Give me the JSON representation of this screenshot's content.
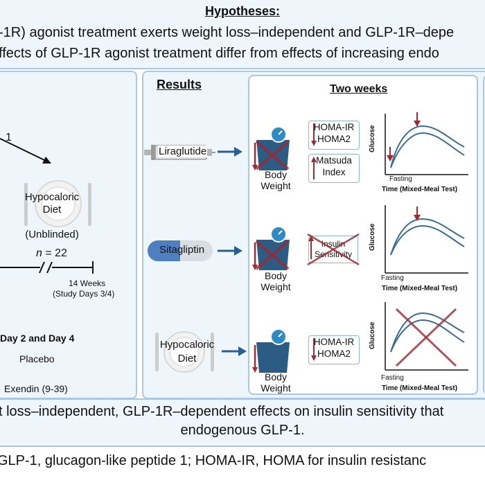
{
  "header": {
    "title": "Hypotheses:",
    "line1": "-1R) agonist treatment exerts weight loss–independent and GLP-1R–depe",
    "line2": "ffects of GLP-1R agonist treatment differ from effects of increasing endo"
  },
  "left_panel": {
    "arm_number": "1",
    "diet_label": "Hypocaloric\nDiet",
    "blinding": "(Unblinded)",
    "n_label": "n",
    "n_value": "= 22",
    "weeks": "14 Weeks",
    "study_days": "(Study Days 3/4)",
    "days_heading": "Day 2 and Day 4",
    "placebo": "Placebo",
    "exendin": "Exendin (9-39)"
  },
  "results": {
    "title": "Results",
    "subtitle": "Two weeks",
    "rows": [
      {
        "treatment": "Liraglutide",
        "weight_label": "Body\nWeight",
        "boxes": [
          "HOMA-IR\nHOMA2",
          "Matsuda\nIndex"
        ],
        "x_label": "Time (Mixed-Meal Test)",
        "y_label": "Glucose",
        "fasting": "Fasting"
      },
      {
        "treatment": "Sitagliptin",
        "weight_label": "Body\nWeight",
        "boxes": [
          "Insulin\nSensitivity"
        ],
        "x_label": "Time (Mixed-Meal Test)",
        "y_label": "Glucose",
        "fasting": "Fasting"
      },
      {
        "treatment": "Hypocaloric\nDiet",
        "weight_label": "Body\nWeight",
        "boxes": [
          "HOMA-IR\nHOMA2"
        ],
        "x_label": "Time (Mixed-Meal Test)",
        "y_label": "Glucose",
        "fasting": "Fasting"
      }
    ]
  },
  "conclusion": {
    "line1": "t loss–independent, GLP-1R–dependent effects on insulin sensitivity that",
    "line2": "endogenous GLP-1."
  },
  "footnote": "GLP-1, glucagon-like peptide 1; HOMA-IR, HOMA for insulin resistanc",
  "colors": {
    "panel_bg": "#eef5fb",
    "panel_border": "#a8c8e2",
    "arrow_blue": "#2a5d93",
    "arrow_red": "#9b2a35",
    "curve": "#3a6c94"
  }
}
